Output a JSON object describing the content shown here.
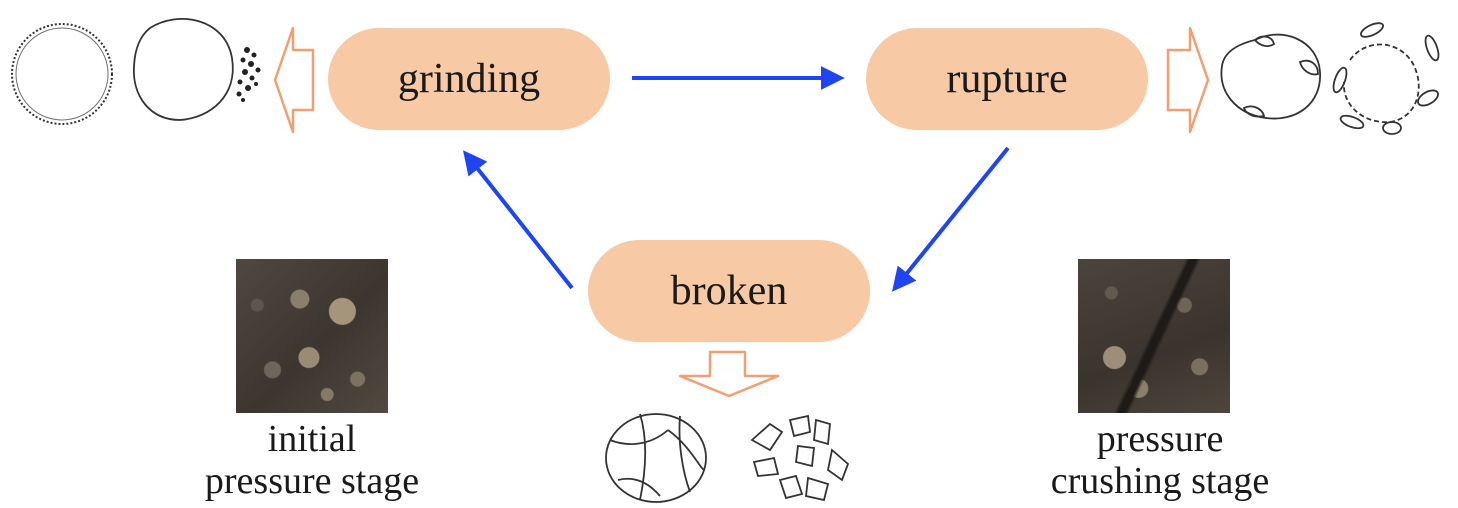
{
  "nodes": {
    "grinding": "grinding",
    "rupture": "rupture",
    "broken": "broken"
  },
  "captions": {
    "initial": [
      "initial",
      "pressure stage"
    ],
    "crushing": [
      "pressure",
      "crushing stage"
    ]
  },
  "colors": {
    "node_fill": "#f7c9a4",
    "cycle_arrow": "#1f45f0",
    "hollow_arrow": "#f0a070",
    "sketch_line": "#333333"
  },
  "icons": {
    "grinding_sketches": "worn-particle-outline-icons",
    "rupture_sketches": "edge-chipping-particle-icons",
    "broken_sketches": "fractured-particle-icons",
    "photos": "gravel-texture-photo"
  }
}
